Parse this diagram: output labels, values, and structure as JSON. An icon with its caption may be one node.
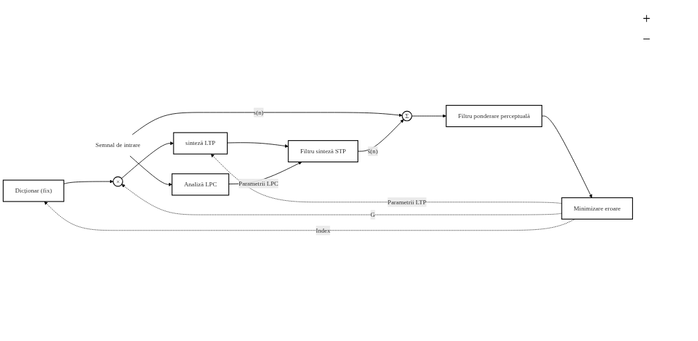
{
  "diagram": {
    "nodes": [
      {
        "text": [
          "Dicționar (fix)"
        ]
      },
      {
        "text": [
          "×"
        ]
      },
      {
        "text": [
          "sinteză LTP"
        ]
      },
      {
        "text": [
          "Analiză LPC"
        ]
      },
      {
        "text": [
          "Filtru sinteză STP"
        ]
      },
      {
        "text": [
          "Σ"
        ]
      },
      {
        "text": [
          "Filtru ponderare perceptuală"
        ]
      },
      {
        "text": [
          "Minimizare eroare"
        ]
      },
      {
        "text": [
          "Semnal de intrare"
        ]
      }
    ],
    "edges": [
      {
        "from": 0,
        "to": 1,
        "arrow": "to"
      },
      {
        "from": 1,
        "to": 2,
        "arrow": "to"
      },
      {
        "from": 2,
        "to": 4,
        "arrow": "to"
      },
      {
        "from": 3,
        "to": 4,
        "arrow": "to",
        "label": "Parametrii LPC"
      },
      {
        "from": 8,
        "to": 3,
        "arrow": "to"
      },
      {
        "from": 8,
        "to": 5,
        "arrow": "to",
        "label": "s(n)"
      },
      {
        "from": 4,
        "to": 5,
        "arrow": "to",
        "label": "ŝ(n)"
      },
      {
        "from": 5,
        "to": 6,
        "arrow": "to"
      },
      {
        "from": 6,
        "to": 7,
        "arrow": "to"
      },
      {
        "from": 7,
        "to": 2,
        "arrow": "to",
        "style": "dashed",
        "label": "Parametrii LTP"
      },
      {
        "from": 7,
        "to": 1,
        "arrow": "to",
        "style": "dashed",
        "label": "G"
      },
      {
        "from": 7,
        "to": 0,
        "arrow": "to",
        "style": "dashed",
        "label": "Index"
      }
    ],
    "labels": [
      "+",
      "−"
    ]
  }
}
